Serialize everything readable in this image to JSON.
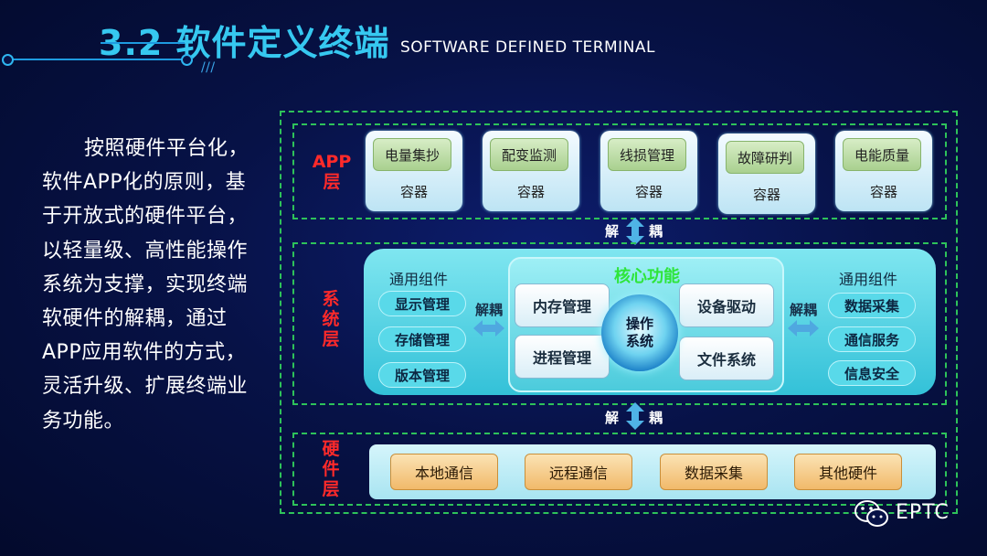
{
  "header": {
    "title": "3.2 软件定义终端",
    "subtitle": "SOFTWARE DEFINED TERMINAL"
  },
  "paragraph": "按照硬件平台化，软件APP化的原则，基于开放式的硬件平台，以轻量级、高性能操作系统为支撑，实现终端软硬件的解耦，通过APP应用软件的方式，灵活升级、扩展终端业务功能。",
  "app_layer": {
    "label": "APP层",
    "label_line1": "APP",
    "label_line2": "层",
    "apps": [
      {
        "name": "电量集抄",
        "container": "容器"
      },
      {
        "name": "配变监测",
        "container": "容器"
      },
      {
        "name": "线损管理",
        "container": "容器"
      },
      {
        "name": "故障研判",
        "container": "容器"
      },
      {
        "name": "电能质量",
        "container": "容器"
      }
    ]
  },
  "decouple": {
    "left": "解",
    "right": "耦"
  },
  "system_layer": {
    "label_chars": [
      "系",
      "统",
      "层"
    ],
    "left_group": {
      "title": "通用组件",
      "items": [
        "显示管理",
        "存储管理",
        "版本管理"
      ]
    },
    "right_group": {
      "title": "通用组件",
      "items": [
        "数据采集",
        "通信服务",
        "信息安全"
      ]
    },
    "side_decouple": "解耦",
    "core": {
      "title": "核心功能",
      "items": [
        "内存管理",
        "设备驱动",
        "进程管理",
        "文件系统"
      ],
      "os_line1": "操作",
      "os_line2": "系统"
    }
  },
  "hardware_layer": {
    "label_chars": [
      "硬",
      "件",
      "层"
    ],
    "items": [
      "本地通信",
      "远程通信",
      "数据采集",
      "其他硬件"
    ]
  },
  "footer": {
    "brand": "EPTC",
    "icon": "wechat-icon"
  },
  "colors": {
    "title": "#36c8f0",
    "layer_label": "#ff2a2a",
    "frame": "#2ec25a",
    "core_title": "#2ee53a"
  }
}
